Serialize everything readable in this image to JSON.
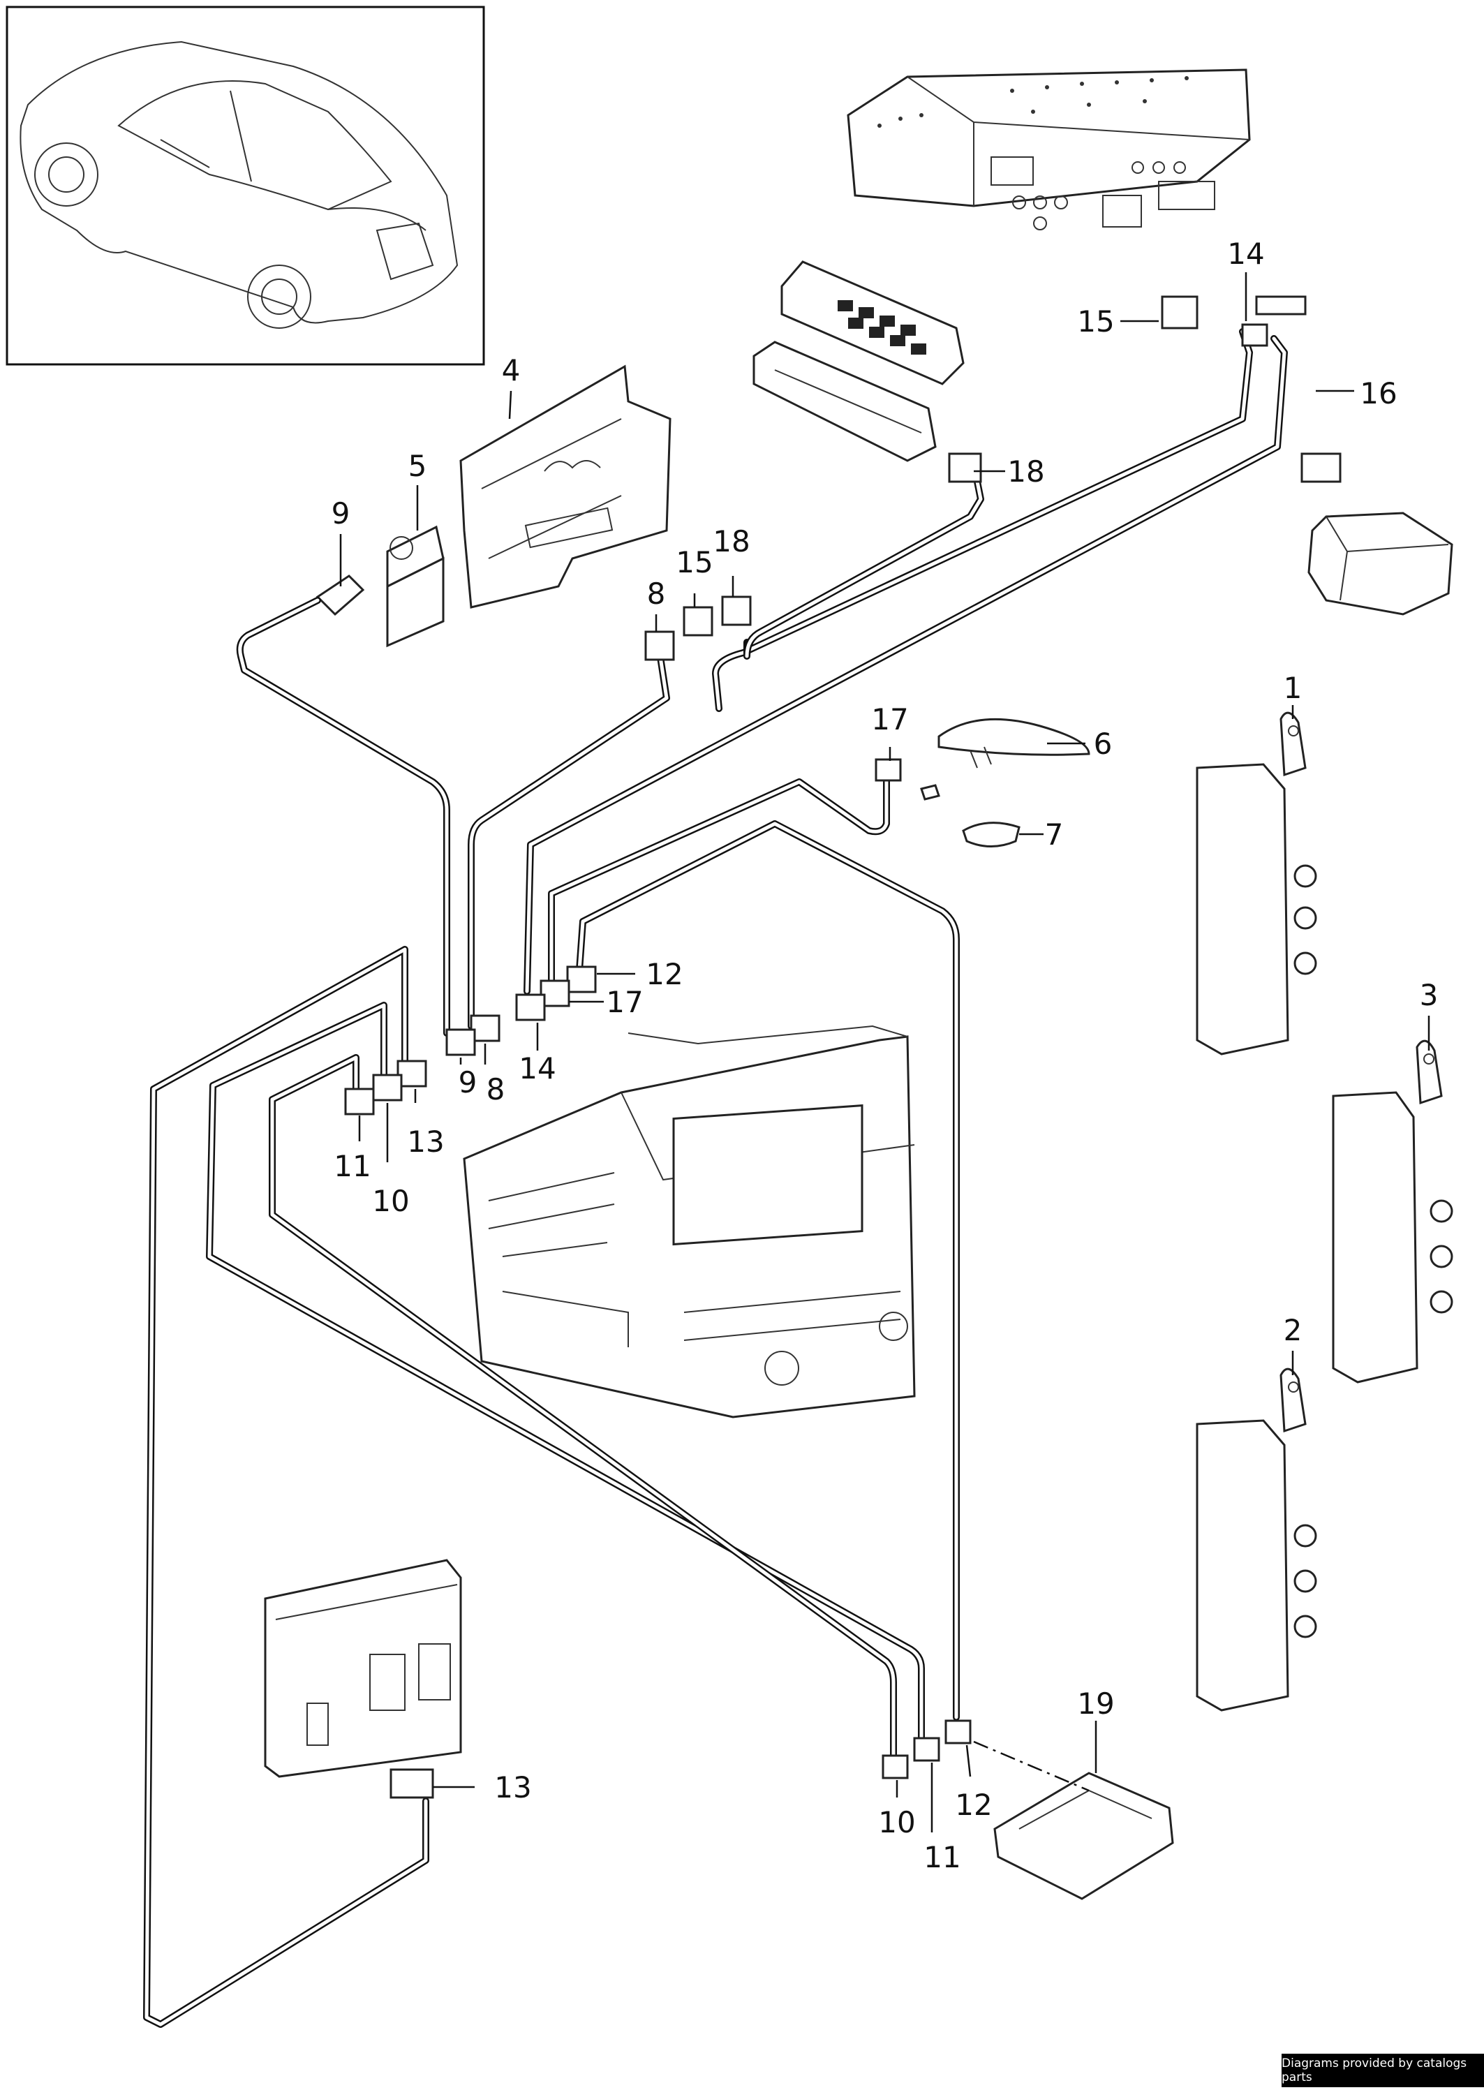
{
  "callouts": {
    "c1": "1",
    "c2": "2",
    "c3": "3",
    "c4": "4",
    "c5": "5",
    "c6": "6",
    "c7": "7",
    "c8a": "8",
    "c8b": "8",
    "c9a": "9",
    "c9b": "9",
    "c10a": "10",
    "c10b": "10",
    "c11a": "11",
    "c11b": "11",
    "c12a": "12",
    "c12b": "12",
    "c13a": "13",
    "c13b": "13",
    "c14a": "14",
    "c14b": "14",
    "c15a": "15",
    "c15b": "15",
    "c16": "16",
    "c17a": "17",
    "c17b": "17",
    "c18a": "18",
    "c18b": "18",
    "c19": "19"
  },
  "credit": "Diagrams provided by catalogs parts"
}
